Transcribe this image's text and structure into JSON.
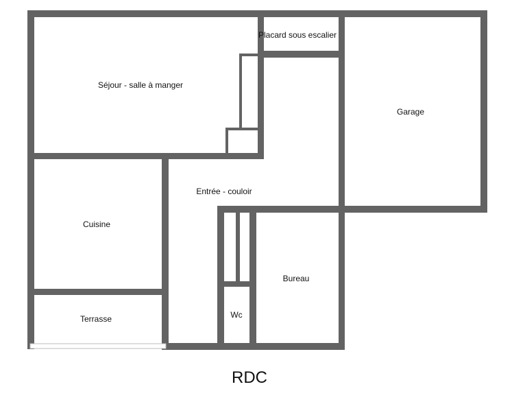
{
  "floor_plan": {
    "title": "RDC",
    "rooms": {
      "sejour": "Séjour - salle à manger",
      "placard": "Placard sous escalier",
      "garage": "Garage",
      "entree": "Entrée - couloir",
      "cuisine": "Cuisine",
      "bureau": "Bureau",
      "terrasse": "Terrasse",
      "wc": "Wc"
    },
    "colors": {
      "wall": "#636363",
      "background": "#ffffff",
      "text": "#111111"
    }
  }
}
